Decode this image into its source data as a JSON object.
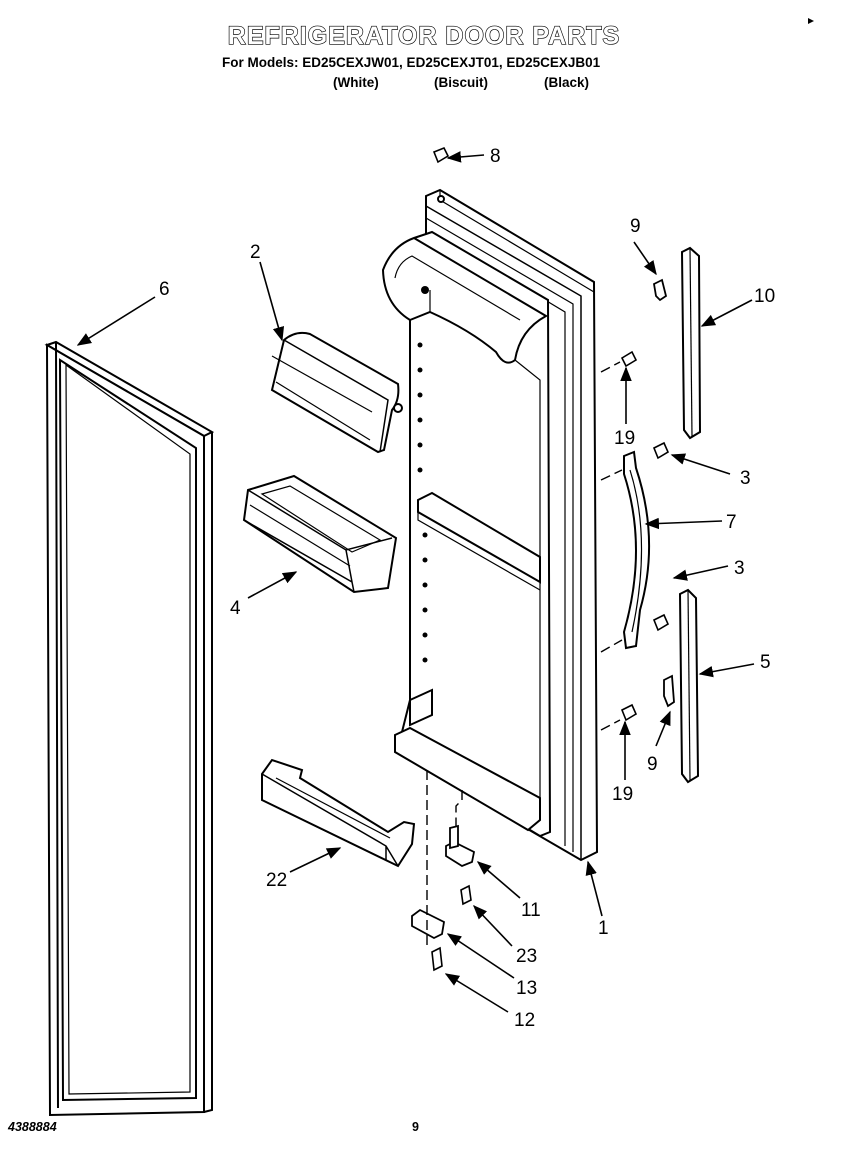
{
  "header": {
    "title": "REFRIGERATOR DOOR PARTS",
    "models_prefix": "For Models:",
    "models": "ED25CEXJW01, ED25CEXJT01, ED25CEXJB01",
    "finishes": [
      "(White)",
      "(Biscuit)",
      "(Black)"
    ]
  },
  "callouts": {
    "c1": "1",
    "c2": "2",
    "c3a": "3",
    "c3b": "3",
    "c4": "4",
    "c5": "5",
    "c6": "6",
    "c7": "7",
    "c8": "8",
    "c9a": "9",
    "c9b": "9",
    "c10": "10",
    "c11": "11",
    "c12": "12",
    "c13": "13",
    "c19a": "19",
    "c19b": "19",
    "c22": "22",
    "c23": "23"
  },
  "footer": {
    "doc_number": "4388884",
    "page_number": "9"
  }
}
